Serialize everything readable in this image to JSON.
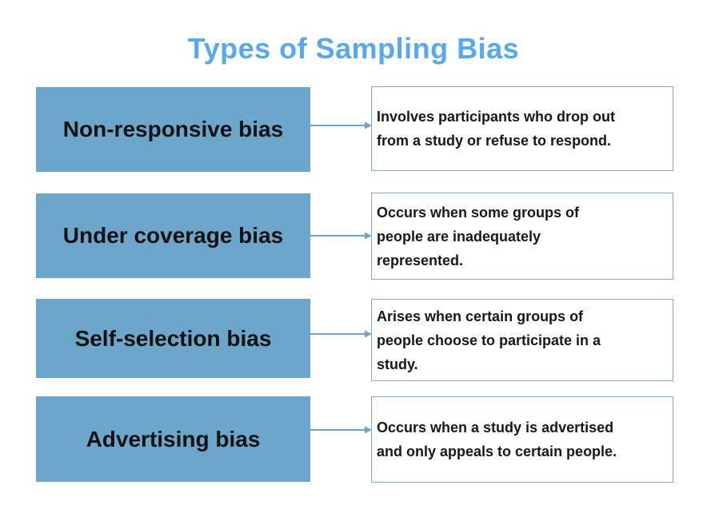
{
  "title": "Types of Sampling Bias",
  "colors": {
    "background": "#ffffff",
    "title_color": "#55a9f3",
    "box_fill": "#6da6cb",
    "box_text": "#121212",
    "desc_border": "#78abd9",
    "desc_text": "#181818",
    "arrow": "#6aa5d6"
  },
  "rows": [
    {
      "label": "Non-responsive bias",
      "description": "Involves participants who drop out\nfrom a study or refuse to respond."
    },
    {
      "label": "Under coverage bias",
      "description": "Occurs when some groups of\npeople are inadequately\nrepresented."
    },
    {
      "label": "Self-selection bias",
      "description": "Arises when certain groups of\npeople choose to participate in a\nstudy."
    },
    {
      "label": "Advertising bias",
      "description": "Occurs when a study is advertised\nand only appeals to certain people."
    }
  ]
}
